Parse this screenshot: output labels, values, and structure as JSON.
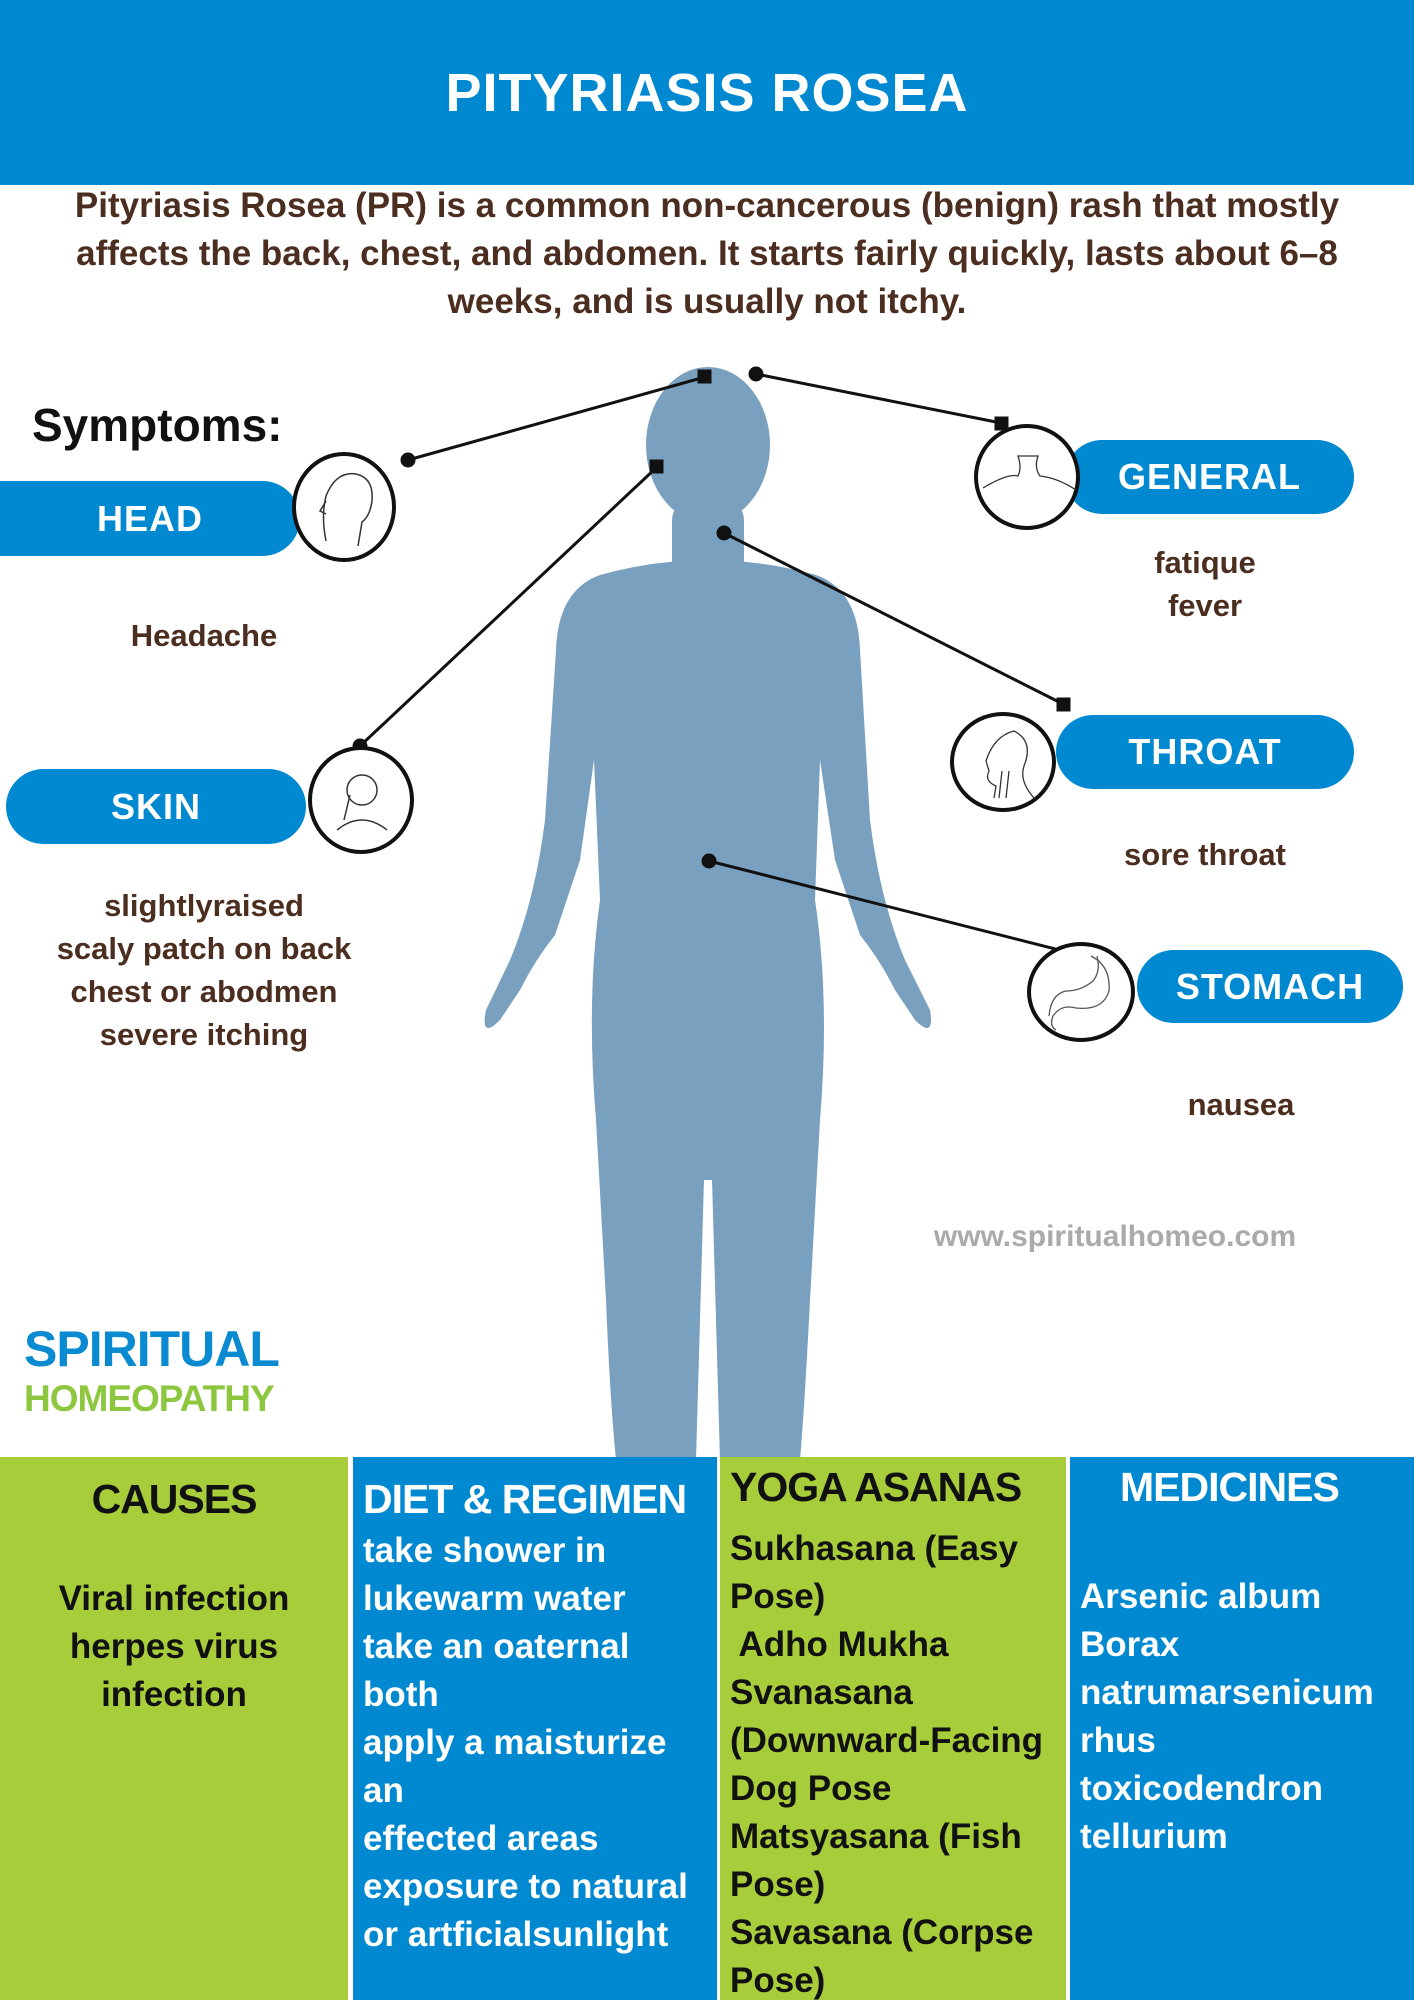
{
  "title": "PITYRIASIS ROSEA",
  "intro": [
    "Pityriasis Rosea (PR) is a common non-cancerous (benign) rash that mostly",
    "affects the back, chest, and abdomen. It starts fairly quickly, lasts about 6–8",
    "weeks, and is usually not itchy."
  ],
  "symptoms_title": "Symptoms:",
  "symptoms": {
    "head": {
      "label": "HEAD",
      "icon": "head-profile-icon",
      "items": [
        "Headache"
      ]
    },
    "skin": {
      "label": "SKIN",
      "icon": "face-touch-icon",
      "items": [
        "slightlyraised",
        "scaly patch on back",
        "chest or abodmen",
        "severe itching"
      ]
    },
    "general": {
      "label": "GENERAL",
      "icon": "neck-shoulders-icon",
      "items": [
        "fatique",
        "fever"
      ]
    },
    "throat": {
      "label": "THROAT",
      "icon": "throat-anatomy-icon",
      "items": [
        "sore throat"
      ]
    },
    "stomach": {
      "label": "STOMACH",
      "icon": "stomach-icon",
      "items": [
        "nausea"
      ]
    }
  },
  "website": "www.spiritualhomeo.com",
  "logo": {
    "line1": "SPIRITUAL",
    "line2": "HOMEOPATHY"
  },
  "colors": {
    "blue": "#0089d0",
    "green": "#a8cd3a",
    "brown": "#4b2e20",
    "silhouette": "#7aa0c0"
  },
  "columns": [
    {
      "title": "CAUSES",
      "lines": [
        "Viral infection",
        "herpes virus",
        "infection"
      ]
    },
    {
      "title": "DIET & REGIMEN",
      "lines": [
        "take shower in",
        "lukewarm water",
        "take an oaternal",
        "both",
        "apply a maisturize",
        "an",
        "effected areas",
        "exposure to natural",
        "or artficialsunlight"
      ]
    },
    {
      "title": "YOGA ASANAS",
      "lines": [
        "Sukhasana (Easy",
        "Pose)",
        " Adho Mukha",
        "Svanasana",
        "(Downward-Facing",
        "Dog Pose",
        "Matsyasana (Fish",
        "Pose)",
        "Savasana (Corpse",
        "Pose)"
      ]
    },
    {
      "title": "MEDICINES",
      "lines": [
        "Arsenic album",
        "Borax",
        "natrumarsenicum",
        "rhus",
        "toxicodendron",
        "tellurium"
      ]
    }
  ]
}
